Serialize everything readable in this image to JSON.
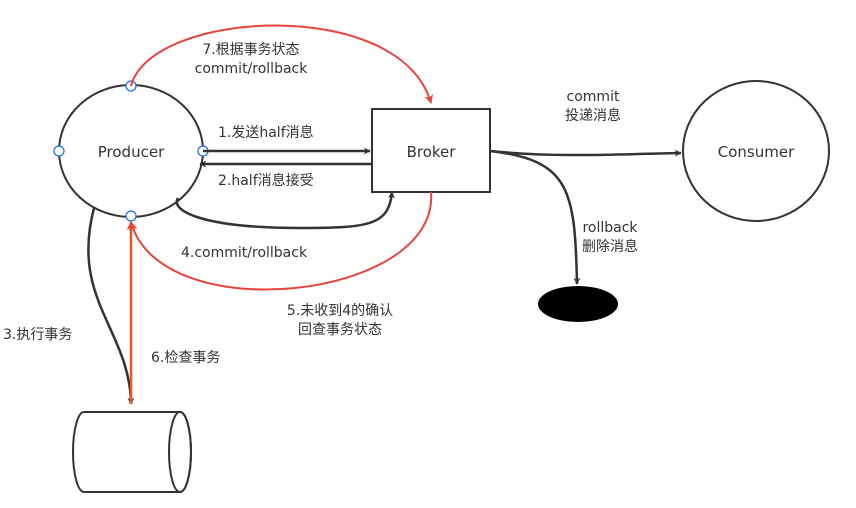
{
  "nodes": {
    "producer": "Producer",
    "broker": "Broker",
    "consumer": "Consumer"
  },
  "edges": {
    "e7_line1": "7.根据事务状态",
    "e7_line2": "commit/rollback",
    "e1": "1.发送half消息",
    "e2": "2.half消息接受",
    "e4": "4.commit/rollback",
    "e5_line1": "5.未收到4的确认",
    "e5_line2": "回查事务状态",
    "e3": "3.执行事务",
    "e6": "6.检查事务",
    "commit_line1": "commit",
    "commit_line2": "投递消息",
    "rollback_line1": "rollback",
    "rollback_line2": "删除消息"
  },
  "colors": {
    "stroke": "#333333",
    "red": "#e8443a",
    "orange": "#e8581c",
    "handle_stroke": "#1a73e8",
    "drop_fill": "#000000"
  }
}
